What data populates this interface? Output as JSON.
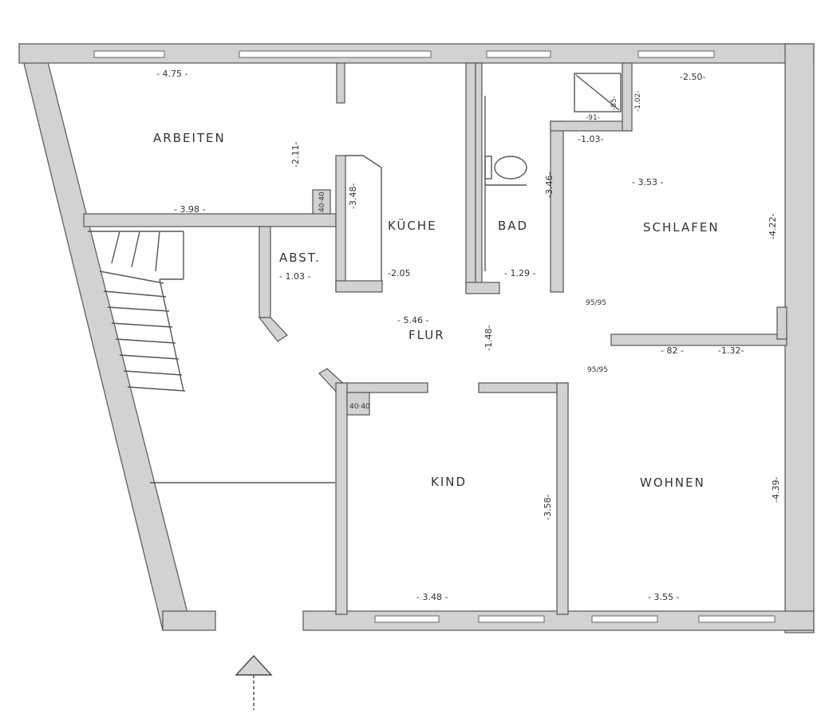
{
  "rooms": {
    "arbeiten": "ARBEITEN",
    "kueche": "KÜCHE",
    "bad": "BAD",
    "schlafen": "SCHLAFEN",
    "abst": "ABST.",
    "flur": "FLUR",
    "kind": "KIND",
    "wohnen": "WOHNEN"
  },
  "dimensions": {
    "arbeiten_width": "- 4.75 -",
    "schlafen_top": "-2.50-",
    "arbeiten_height": "-2.11-",
    "arbeiten_bottom": "- 3.98 -",
    "kueche_height": "-3.48-",
    "kueche_width": "-2.05",
    "bad_height": "-3.46-",
    "bad_width": "- 1.29 -",
    "shower_85": "-85-",
    "shower_102": "-1.02-",
    "shower_91": "-91-",
    "dusche_103": "-1.03-",
    "schlafen_width": "- 3.53 -",
    "schlafen_height": "-4.22-",
    "abst_width": "- 1.03 -",
    "flur_width": "- 5.46 -",
    "flur_height": "-1.48-",
    "door_95_top": "95/95",
    "door_95_bottom": "95/95",
    "schlafen_82": "- 82 -",
    "schlafen_132": "-1.32-",
    "chimney_small": "40·40",
    "chimney_kind": "40·40",
    "kind_height": "-3.58-",
    "kind_width": "- 3.48 -",
    "wohnen_height": "-4.39-",
    "wohnen_width": "- 3.55 -"
  }
}
